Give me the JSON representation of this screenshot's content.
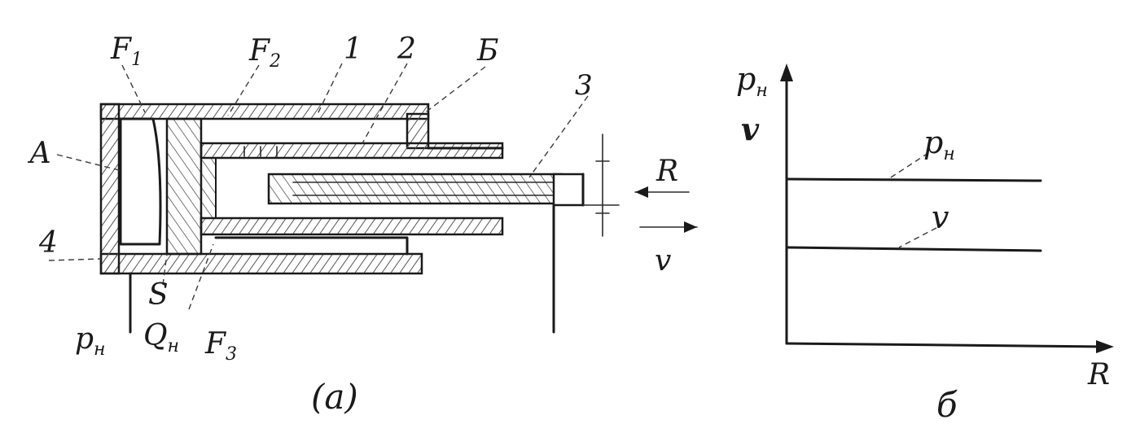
{
  "schematic": {
    "labels": {
      "f1": "F",
      "f1_sub": "1",
      "f2": "F",
      "f2_sub": "2",
      "n1": "1",
      "n2": "2",
      "b": "Б",
      "n3": "3",
      "a": "А",
      "n4": "4",
      "s": "S",
      "pn": "p",
      "pn_sub": "н",
      "qn": "Q",
      "qn_sub": "н",
      "f3": "F",
      "f3_sub": "3",
      "r": "R",
      "v": "v",
      "caption": "(a)"
    }
  },
  "graph": {
    "labels": {
      "y_axis_p": "p",
      "y_axis_p_sub": "н",
      "y_axis_v": "v",
      "line_p": "p",
      "line_p_sub": "н",
      "line_v": "v",
      "x_axis": "R",
      "caption": "б"
    }
  }
}
